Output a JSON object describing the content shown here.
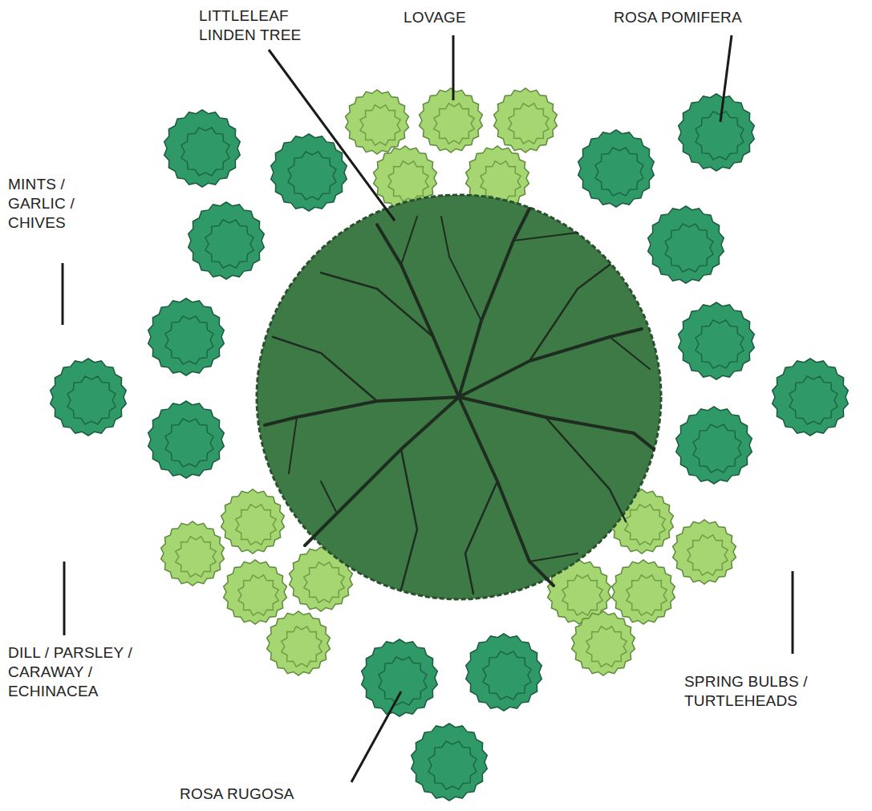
{
  "diagram": {
    "labels": [
      "LITTLELEAF LINDEN TREE",
      "LOVAGE",
      "ROSA POMIFERA",
      "MINTS / GARLIC / CHIVES",
      "DILL / PARSLEY / CARAWAY / ECHINACEA",
      "SPRING BULBS / TURTLEHEADS",
      "ROSA RUGOSA"
    ]
  }
}
